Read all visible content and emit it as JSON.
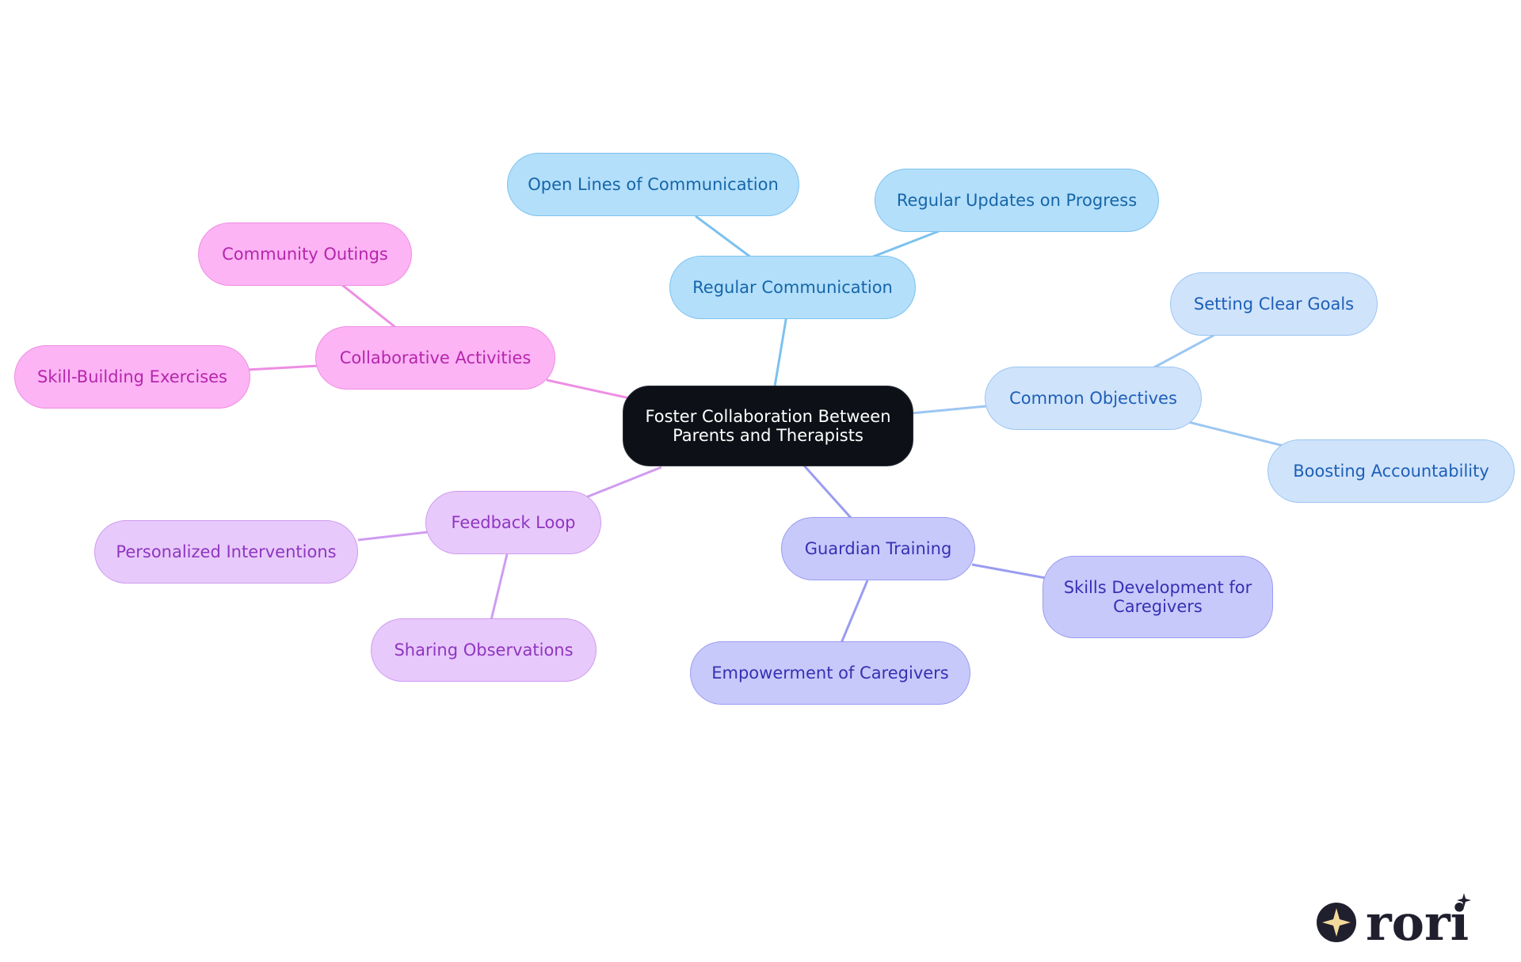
{
  "root": {
    "label": "Foster Collaboration Between Parents and Therapists"
  },
  "branches": [
    {
      "label": "Regular Communication",
      "color": "#7cc2ee",
      "children": [
        {
          "label": "Open Lines of Communication"
        },
        {
          "label": "Regular Updates on Progress"
        }
      ]
    },
    {
      "label": "Common Objectives",
      "color": "#9cc6f2",
      "children": [
        {
          "label": "Setting Clear Goals"
        },
        {
          "label": "Boosting Accountability"
        }
      ]
    },
    {
      "label": "Guardian Training",
      "color": "#9a9cf0",
      "children": [
        {
          "label": "Skills Development for Caregivers"
        },
        {
          "label": "Empowerment of Caregivers"
        }
      ]
    },
    {
      "label": "Feedback Loop",
      "color": "#cf9cf0",
      "children": [
        {
          "label": "Personalized Interventions"
        },
        {
          "label": "Sharing Observations"
        }
      ]
    },
    {
      "label": "Collaborative Activities",
      "color": "#ee8ee3",
      "children": [
        {
          "label": "Community Outings"
        },
        {
          "label": "Skill-Building Exercises"
        }
      ]
    }
  ],
  "logo": {
    "icon": "sparkle-icon",
    "text": "rori",
    "color": "#1f1f2e",
    "accent": "#f3d99a"
  }
}
